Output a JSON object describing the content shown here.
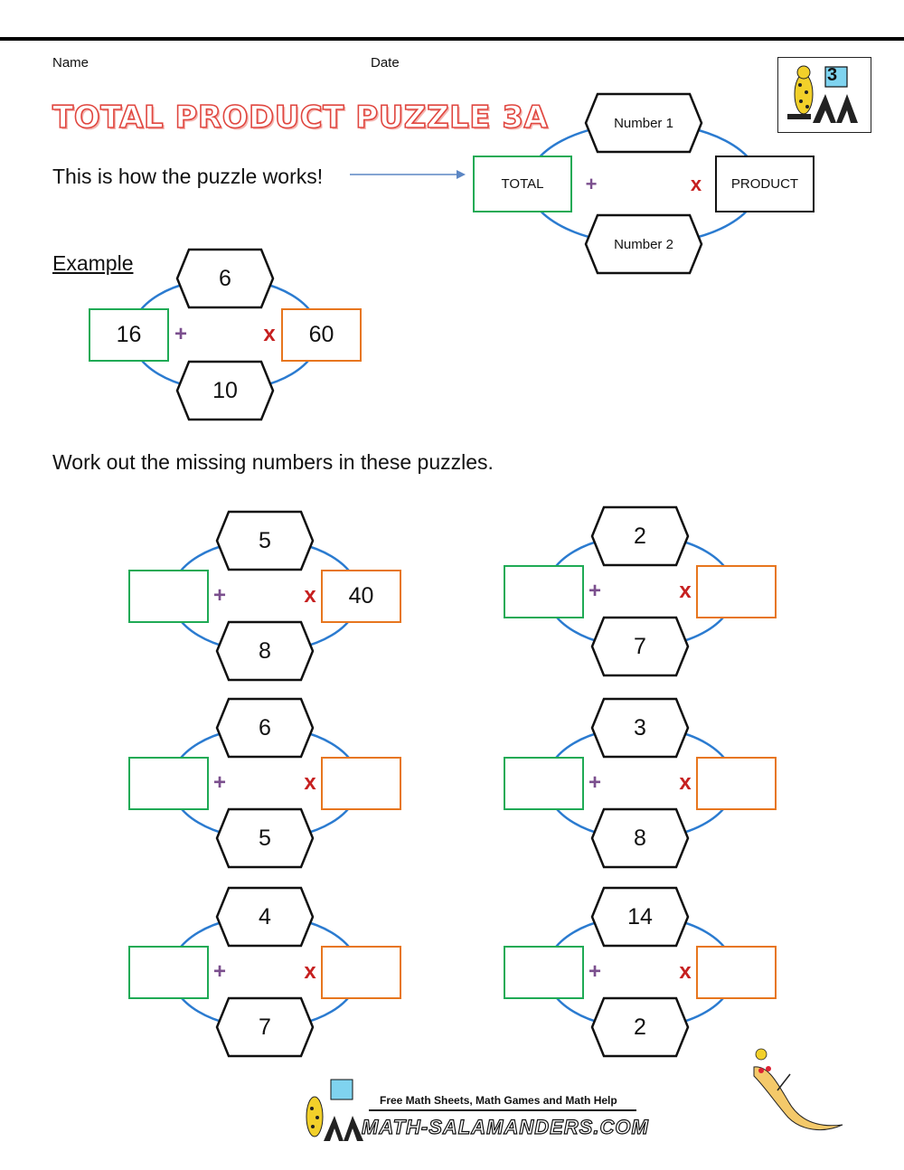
{
  "header": {
    "name_label": "Name",
    "date_label": "Date",
    "title": "TOTAL PRODUCT PUZZLE 3A",
    "grade": "3"
  },
  "intro": {
    "text": "This is how the puzzle works!",
    "diagram": {
      "total": "TOTAL",
      "product": "PRODUCT",
      "number1": "Number 1",
      "number2": "Number 2",
      "plus": "+",
      "times": "x"
    }
  },
  "example": {
    "label": "Example",
    "total": "16",
    "product": "60",
    "number1": "6",
    "number2": "10"
  },
  "instructions": "Work out the missing numbers in these puzzles.",
  "puzzles": [
    {
      "number1": "5",
      "number2": "8",
      "total": "",
      "product": "40"
    },
    {
      "number1": "2",
      "number2": "7",
      "total": "",
      "product": ""
    },
    {
      "number1": "6",
      "number2": "5",
      "total": "",
      "product": ""
    },
    {
      "number1": "3",
      "number2": "8",
      "total": "",
      "product": ""
    },
    {
      "number1": "4",
      "number2": "7",
      "total": "",
      "product": ""
    },
    {
      "number1": "14",
      "number2": "2",
      "total": "",
      "product": ""
    }
  ],
  "operators": {
    "plus": "+",
    "times": "x"
  },
  "footer": {
    "tagline": "Free Math Sheets, Math Games and Math Help",
    "site": "MATH-SALAMANDERS.COM"
  },
  "colors": {
    "total_border": "#1faa55",
    "product_border": "#e7761e",
    "ring": "#2b7bd0",
    "plus": "#7b4f8e",
    "times": "#c62020",
    "arrow": "#5b86c4"
  }
}
